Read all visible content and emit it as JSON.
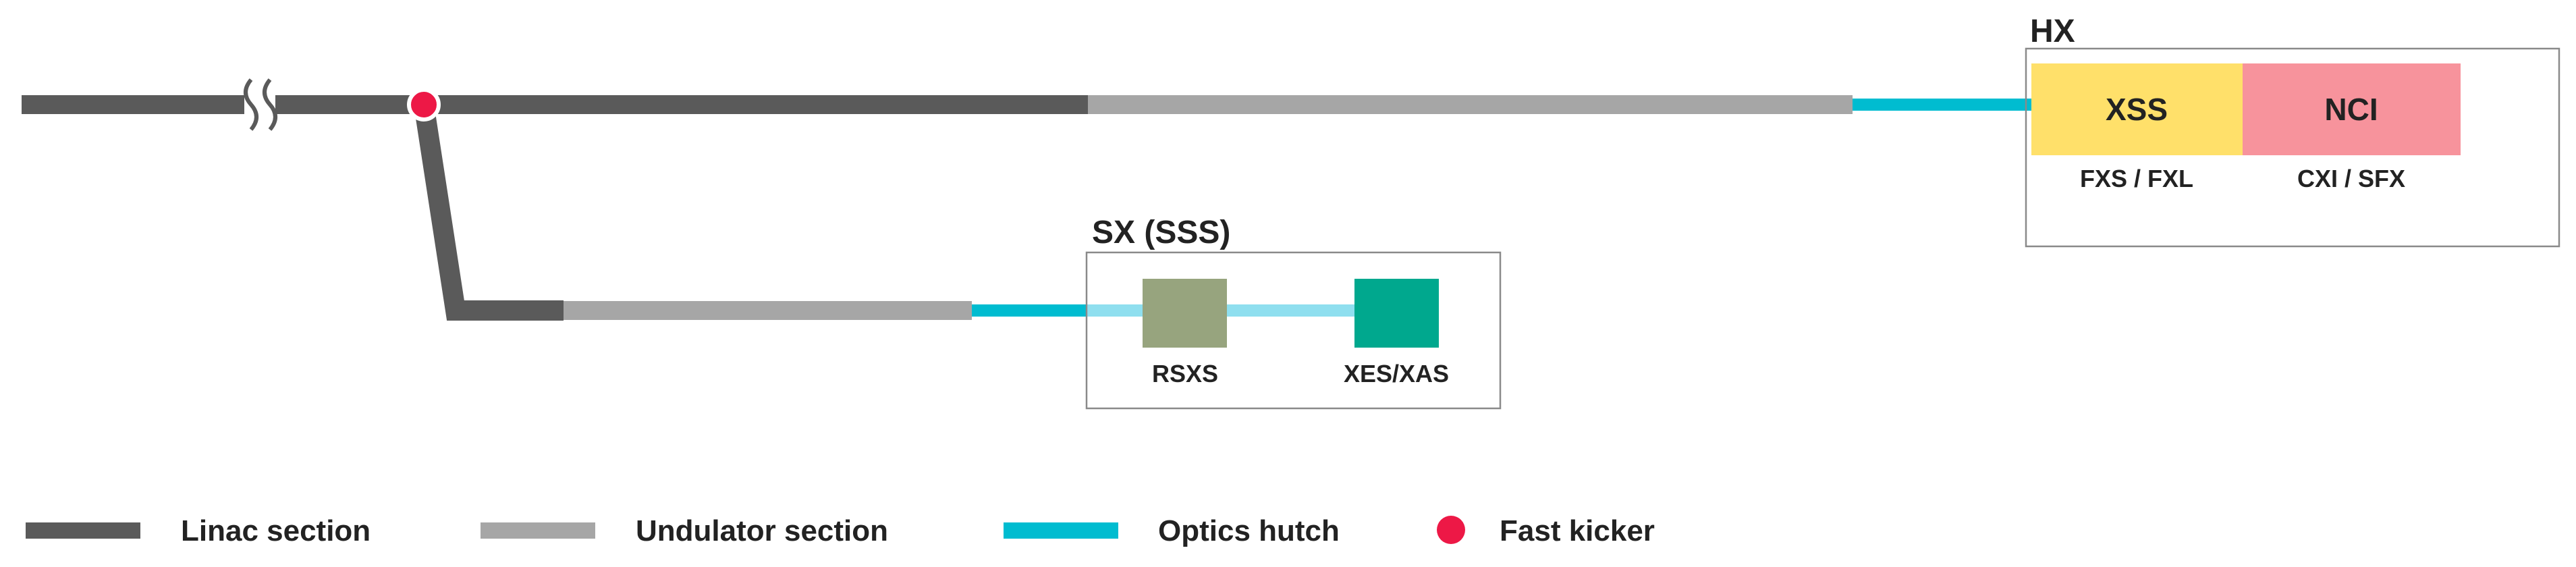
{
  "colors": {
    "linac": "#5a5a5a",
    "undulator": "#a6a6a6",
    "optics": "#00bcd0",
    "optics_sx_inner": "#8fdfef",
    "kicker": "#ed1846",
    "box_border": "#8a8a8a",
    "xss": "#ffe06a",
    "nci": "#f7939c",
    "rsxs": "#97a47e",
    "xes": "#00a88e"
  },
  "hx": {
    "title": "HX",
    "stations": [
      {
        "name": "XSS",
        "sub": "FXS / FXL"
      },
      {
        "name": "NCI",
        "sub": "CXI / SFX"
      }
    ]
  },
  "sx": {
    "title": "SX (SSS)",
    "stations": [
      {
        "name": "RSXS"
      },
      {
        "name": "XES/XAS"
      }
    ]
  },
  "legend": [
    {
      "label": "Linac section",
      "icon": "gray-dark-line"
    },
    {
      "label": "Undulator section",
      "icon": "gray-light-line"
    },
    {
      "label": "Optics hutch",
      "icon": "cyan-line"
    },
    {
      "label": "Fast kicker",
      "icon": "red-dot"
    }
  ]
}
